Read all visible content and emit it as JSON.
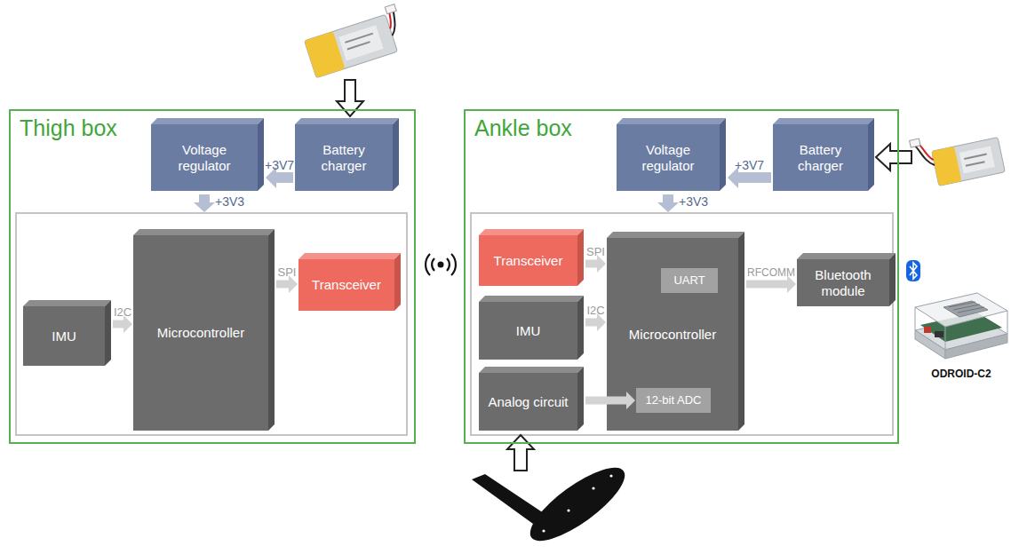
{
  "diagram": {
    "nodes": [
      {
        "text": [
          "Thigh box"
        ]
      },
      {
        "text": [
          "Voltage regulator"
        ],
        "in": 0
      },
      {
        "text": [
          "Battery charger"
        ],
        "in": 0
      },
      {
        "text": [
          "IMU"
        ],
        "in": 0
      },
      {
        "text": [
          "Microcontroller"
        ],
        "in": 0
      },
      {
        "text": [
          "Transceiver"
        ],
        "in": 0
      },
      {
        "text": [
          "Ankle box"
        ]
      },
      {
        "text": [
          "Voltage regulator"
        ],
        "in": 6
      },
      {
        "text": [
          "Battery charger"
        ],
        "in": 6
      },
      {
        "text": [
          "Transceiver"
        ],
        "in": 6
      },
      {
        "text": [
          "IMU"
        ],
        "in": 6
      },
      {
        "text": [
          "Analog circuit"
        ],
        "in": 6
      },
      {
        "text": [
          "Microcontroller"
        ],
        "in": 6
      },
      {
        "text": [
          "UART"
        ],
        "in": 12
      },
      {
        "text": [
          "12-bit ADC"
        ],
        "in": 12
      },
      {
        "text": [
          "Bluetooth module"
        ],
        "in": 6
      }
    ],
    "edges": [
      {
        "from": 2,
        "to": 1,
        "label": "+3V7",
        "arrow": "to"
      },
      {
        "from": 3,
        "to": 4,
        "label": "I2C",
        "arrow": "to"
      },
      {
        "from": 4,
        "to": 5,
        "label": "SPI",
        "arrow": "to"
      },
      {
        "from": 8,
        "to": 7,
        "label": "+3V7",
        "arrow": "to"
      },
      {
        "from": 9,
        "to": 12,
        "label": "SPI",
        "arrow": "to"
      },
      {
        "from": 10,
        "to": 12,
        "label": "I2C",
        "arrow": "to"
      },
      {
        "from": 11,
        "to": 14,
        "arrow": "to"
      },
      {
        "from": 12,
        "to": 15,
        "label": "RFCOMM",
        "arrow": "to"
      }
    ],
    "labels": [
      "+3V3",
      "+3V3",
      "ODROID-C2"
    ]
  }
}
